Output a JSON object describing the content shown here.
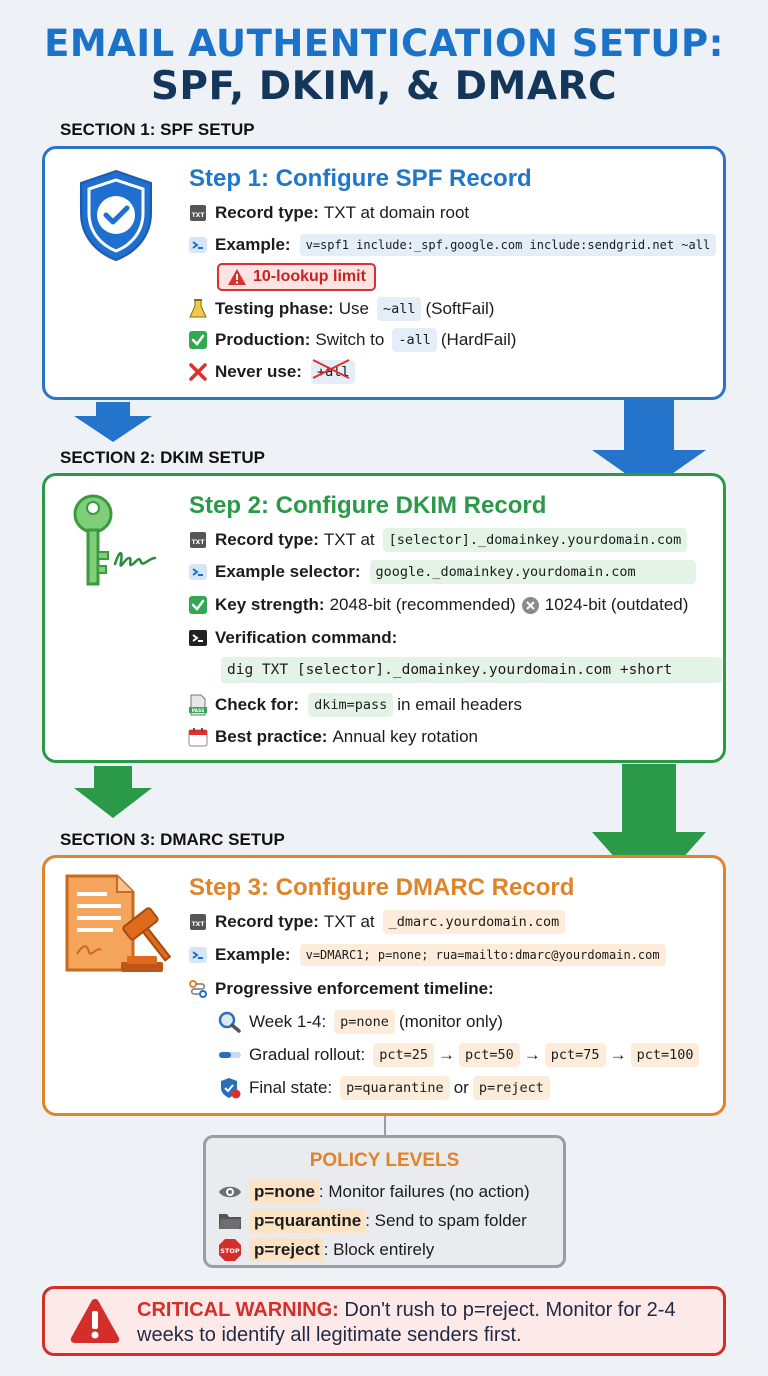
{
  "title": {
    "line1": "EMAIL AUTHENTICATION SETUP:",
    "line2": "SPF, DKIM, & DMARC"
  },
  "colors": {
    "spf": "#2c74c6",
    "dkim": "#2b9a48",
    "dmarc": "#e0842b",
    "warning": "#d42e2a"
  },
  "spf": {
    "section_label": "SECTION 1: SPF SETUP",
    "step_title": "Step 1: Configure SPF Record",
    "record_type_label": "Record type:",
    "record_type_value": "TXT at domain root",
    "example_label": "Example:",
    "example_value": "v=spf1 include:_spf.google.com include:sendgrid.net ~all",
    "lookup_badge": "10-lookup limit",
    "testing_label": "Testing phase:",
    "testing_pre": "Use",
    "testing_code": "~all",
    "testing_post": "(SoftFail)",
    "production_label": "Production:",
    "production_pre": "Switch to",
    "production_code": "-all",
    "production_post": "(HardFail)",
    "never_label": "Never use:",
    "never_code": "+all"
  },
  "dkim": {
    "section_label": "SECTION 2: DKIM SETUP",
    "step_title": "Step 2: Configure DKIM Record",
    "record_type_label": "Record type:",
    "record_type_pre": "TXT at",
    "record_type_code": "[selector]._domainkey.yourdomain.com",
    "selector_label": "Example selector:",
    "selector_code": "google._domainkey.yourdomain.com",
    "key_label": "Key strength:",
    "key_recommended": "2048-bit (recommended)",
    "key_outdated": "1024-bit (outdated)",
    "verify_label": "Verification command:",
    "verify_code": "dig TXT [selector]._domainkey.yourdomain.com +short",
    "check_label": "Check for:",
    "check_code": "dkim=pass",
    "check_post": "in email headers",
    "best_label": "Best practice:",
    "best_value": "Annual key rotation"
  },
  "dmarc": {
    "section_label": "SECTION 3: DMARC SETUP",
    "step_title": "Step 3: Configure DMARC Record",
    "record_type_label": "Record type:",
    "record_type_pre": "TXT at",
    "record_type_code": "_dmarc.yourdomain.com",
    "example_label": "Example:",
    "example_code": "v=DMARC1; p=none; rua=mailto:dmarc@yourdomain.com",
    "timeline_label": "Progressive enforcement timeline:",
    "week_label": "Week 1-4:",
    "week_code": "p=none",
    "week_post": "(monitor only)",
    "rollout_label": "Gradual rollout:",
    "rollout_steps": [
      "pct=25",
      "pct=50",
      "pct=75",
      "pct=100"
    ],
    "arrow_glyph": "→",
    "final_label": "Final state:",
    "final_code1": "p=quarantine",
    "final_or": "or",
    "final_code2": "p=reject"
  },
  "policy": {
    "title": "POLICY LEVELS",
    "levels": [
      {
        "code": "p=none",
        "desc": ": Monitor failures (no action)",
        "icon": "eye-icon"
      },
      {
        "code": "p=quarantine",
        "desc": ": Send to spam folder",
        "icon": "folder-icon"
      },
      {
        "code": "p=reject",
        "desc": ": Block entirely",
        "icon": "stop-sign-icon"
      }
    ],
    "stop_text": "STOP"
  },
  "warning": {
    "label": "CRITICAL WARNING:",
    "text": " Don't rush to p=reject. Monitor for 2-4 weeks to identify all legitimate senders first."
  },
  "icon_labels": {
    "txt_file": "TXT",
    "pass_file": "PASS"
  }
}
